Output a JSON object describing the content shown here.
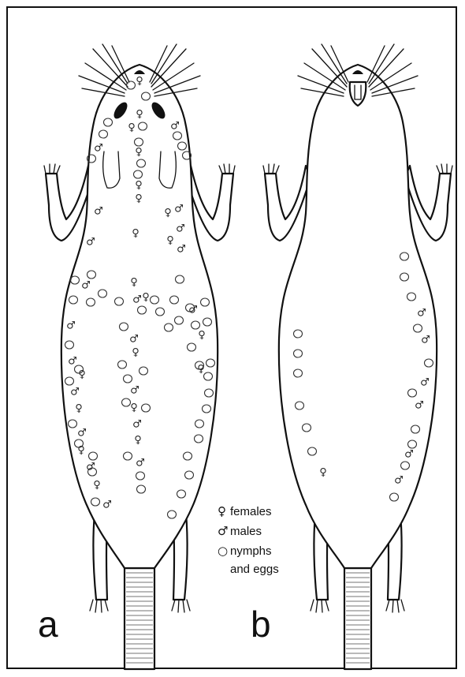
{
  "panels": [
    {
      "label": "a",
      "view": "dorsal"
    },
    {
      "label": "b",
      "view": "ventral"
    }
  ],
  "legend": {
    "items": [
      {
        "symbol": "♀",
        "text": "females"
      },
      {
        "symbol": "♂",
        "text": "males"
      },
      {
        "symbol": "○",
        "text": "nymphs",
        "text2": "and eggs"
      }
    ]
  },
  "markers": {
    "female_symbol": "♀",
    "male_symbol": "♂",
    "nymph_symbol": "○"
  }
}
